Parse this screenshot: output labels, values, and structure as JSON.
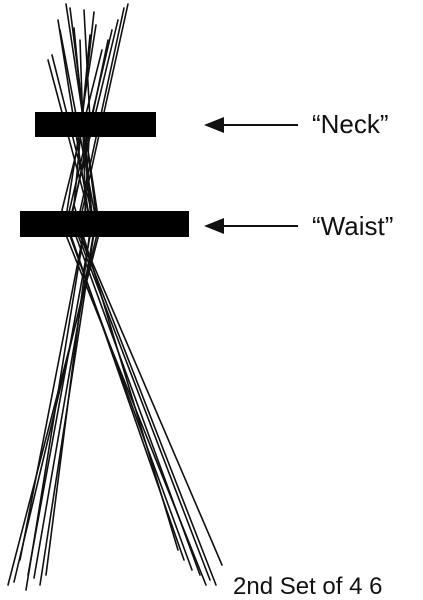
{
  "labels": {
    "neck": "“Neck”",
    "waist": "“Waist”"
  },
  "caption": "2nd Set of 4 6",
  "colors": {
    "ink": "#111111",
    "band": "#000000",
    "background": "#ffffff"
  }
}
